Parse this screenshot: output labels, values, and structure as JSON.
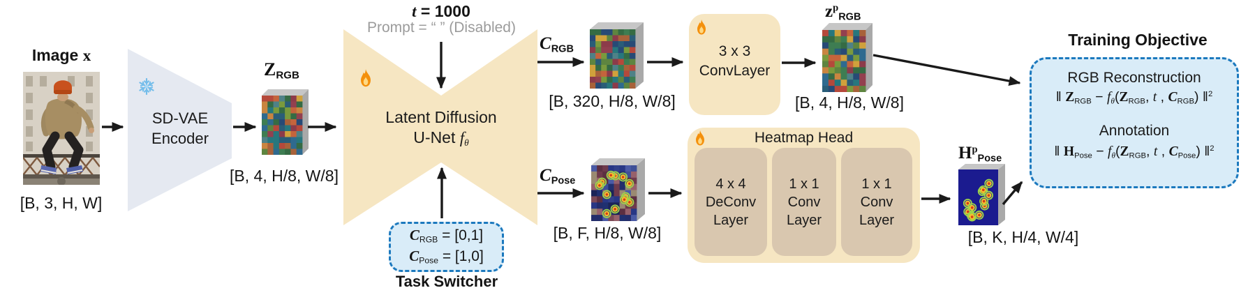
{
  "colors": {
    "accent_yellow": "#F6E6C2",
    "accent_tan": "#D9C7AF",
    "blue_fill": "#D9ECF8",
    "blue_border": "#1C79BE",
    "encoder_fill": "#E5E9F1",
    "arrow": "#1A1A1A",
    "gray_text": "#9B9B9B",
    "cube_top": "#C6C6C6",
    "cube_side": "#A9A9A9",
    "heatmap_navy": "#1B1B8F",
    "mosaic_palette": [
      "#b5493b",
      "#3e7d52",
      "#2a5d78",
      "#c98540",
      "#7a9a3d",
      "#27777d",
      "#8c3b4a",
      "#d0a13c",
      "#356b44",
      "#274a76",
      "#a8623a",
      "#4f8187",
      "#93404f",
      "#5e8540",
      "#2f6a8f",
      "#c4643c"
    ],
    "pose_palette": [
      "#232d6b",
      "#32418a",
      "#6e3a4c",
      "#97616b",
      "#1b2458",
      "#3e4f97",
      "#7d4a57",
      "#283785",
      "#4a5aa5",
      "#5c2f41",
      "#9a8a72",
      "#203070"
    ]
  },
  "input": {
    "label": [
      {
        "t": "Image ",
        "b": 1
      },
      {
        "t": "x",
        "b": 1,
        "sf": 1
      }
    ],
    "dims": "[B, 3, H, W]"
  },
  "encoder": {
    "line1": "SD-VAE",
    "line2": "Encoder"
  },
  "latent": {
    "label": [
      {
        "t": "Z",
        "b": 1,
        "sf": 1
      },
      {
        "t": "RGB",
        "v": "sub",
        "b": 1
      }
    ],
    "dims": "[B, 4, H/8, W/8]"
  },
  "unet": {
    "t_label": [
      {
        "t": "t",
        "b": 1,
        "i": 1,
        "sf": 1
      },
      {
        "t": " = 1000",
        "b": 1
      }
    ],
    "prompt_label": "Prompt = “ ” (Disabled)",
    "line1": "Latent Diffusion",
    "line2": [
      {
        "t": "U-Net "
      },
      {
        "t": "f",
        "i": 1,
        "sf": 1
      },
      {
        "t": "θ",
        "v": "sub",
        "i": 1,
        "sf": 1
      }
    ]
  },
  "task_switcher": {
    "row1": [
      {
        "t": "C",
        "b": 1,
        "i": 1,
        "sf": 1
      },
      {
        "t": "RGB",
        "v": "sub"
      },
      {
        "t": " = [0,1]"
      }
    ],
    "row2": [
      {
        "t": "C",
        "b": 1,
        "i": 1,
        "sf": 1
      },
      {
        "t": "Pose",
        "v": "sub"
      },
      {
        "t": " = [1,0]"
      }
    ],
    "caption": "Task Switcher"
  },
  "rgb_branch": {
    "cond_label": [
      {
        "t": "C",
        "b": 1,
        "i": 1,
        "sf": 1
      },
      {
        "t": "RGB",
        "v": "sub",
        "b": 1
      }
    ],
    "cond_dims": "[B, 320, H/8, W/8]",
    "conv_line1": "3 x 3",
    "conv_line2": "ConvLayer",
    "out_label": [
      {
        "t": "z",
        "b": 1,
        "sf": 1
      },
      {
        "t": "p",
        "v": "sup",
        "b": 1,
        "sf": 1
      },
      {
        "t": "RGB",
        "v": "sub",
        "b": 1
      }
    ],
    "out_dims": "[B, 4, H/8, W/8]"
  },
  "pose_branch": {
    "cond_label": [
      {
        "t": "C",
        "b": 1,
        "i": 1,
        "sf": 1
      },
      {
        "t": "Pose",
        "v": "sub",
        "b": 1
      }
    ],
    "cond_dims": "[B, F, H/8, W/8]",
    "head_title": "Heatmap Head",
    "layers": [
      {
        "l1": "4 x 4",
        "l2": "DeConv",
        "l3": "Layer"
      },
      {
        "l1": "1 x 1",
        "l2": "Conv",
        "l3": "Layer"
      },
      {
        "l1": "1 x 1",
        "l2": "Conv",
        "l3": "Layer"
      }
    ],
    "out_label": [
      {
        "t": "H",
        "b": 1,
        "sf": 1
      },
      {
        "t": "p",
        "v": "sup",
        "b": 1,
        "sf": 1
      },
      {
        "t": "Pose",
        "v": "sub",
        "b": 1
      }
    ],
    "out_dims": "[B, K, H/4, W/4]"
  },
  "objective": {
    "title": "Training Objective",
    "rgb_header": "RGB Reconstruction",
    "rgb_formula": [
      {
        "t": "‖ "
      },
      {
        "t": "Z",
        "b": 1,
        "sf": 1
      },
      {
        "t": "RGB",
        "v": "sub"
      },
      {
        "t": " − "
      },
      {
        "t": "f",
        "i": 1,
        "sf": 1
      },
      {
        "t": "θ",
        "v": "sub",
        "i": 1,
        "sf": 1
      },
      {
        "t": "("
      },
      {
        "t": "Z",
        "b": 1,
        "sf": 1
      },
      {
        "t": "RGB",
        "v": "sub"
      },
      {
        "t": ", "
      },
      {
        "t": "t",
        "i": 1,
        "sf": 1
      },
      {
        "t": " , "
      },
      {
        "t": "C",
        "b": 1,
        "i": 1,
        "sf": 1
      },
      {
        "t": "RGB",
        "v": "sub"
      },
      {
        "t": ") ‖"
      },
      {
        "t": "2",
        "v": "sup"
      }
    ],
    "pose_header": "Annotation",
    "pose_formula": [
      {
        "t": "‖ "
      },
      {
        "t": "H",
        "b": 1,
        "sf": 1
      },
      {
        "t": "Pose",
        "v": "sub"
      },
      {
        "t": " − "
      },
      {
        "t": "f",
        "i": 1,
        "sf": 1
      },
      {
        "t": "θ",
        "v": "sub",
        "i": 1,
        "sf": 1
      },
      {
        "t": "("
      },
      {
        "t": "Z",
        "b": 1,
        "sf": 1
      },
      {
        "t": "RGB",
        "v": "sub"
      },
      {
        "t": ", "
      },
      {
        "t": "t",
        "i": 1,
        "sf": 1
      },
      {
        "t": " , "
      },
      {
        "t": "C",
        "b": 1,
        "i": 1,
        "sf": 1
      },
      {
        "t": "Pose",
        "v": "sub"
      },
      {
        "t": ") ‖"
      },
      {
        "t": "2",
        "v": "sup"
      }
    ]
  }
}
